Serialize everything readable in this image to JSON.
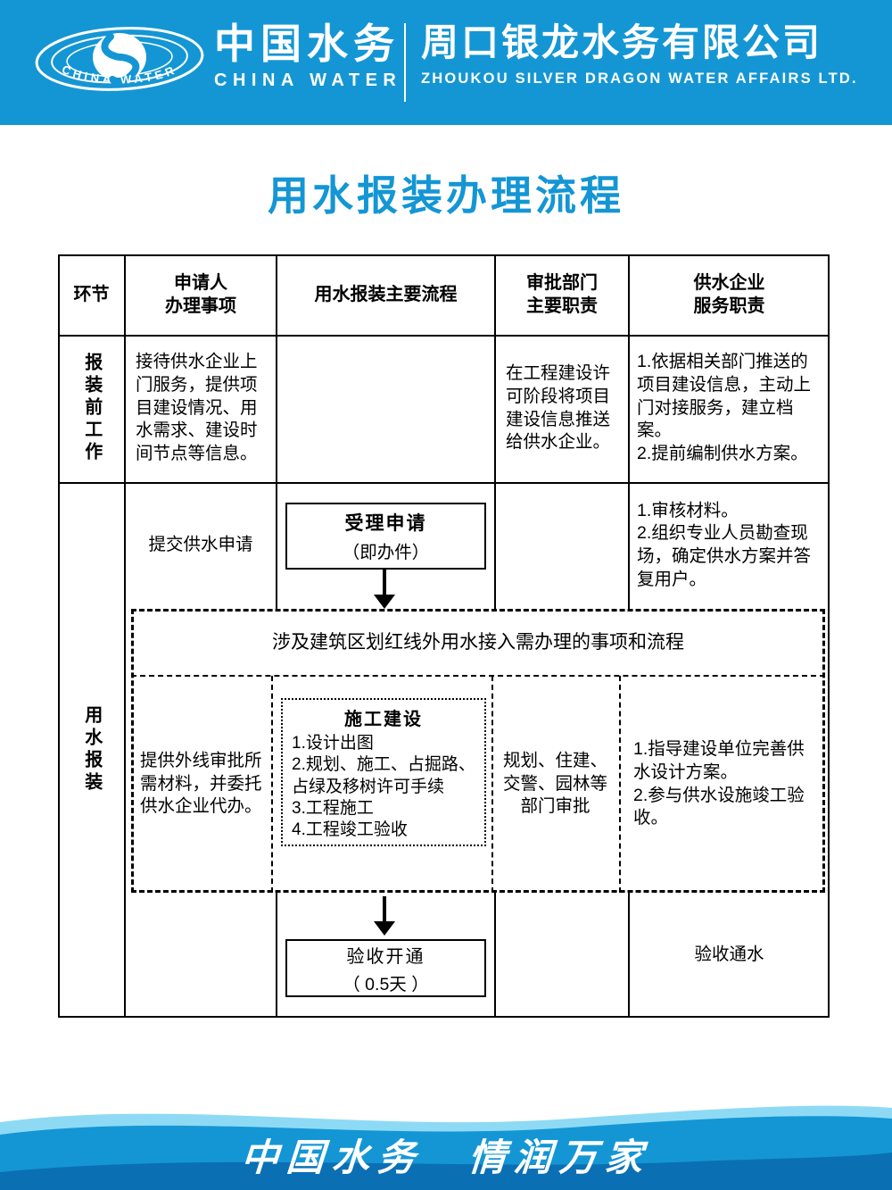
{
  "header": {
    "brand_cn": "中国水务",
    "brand_en": "CHINA WATER",
    "company_cn": "周口银龙水务有限公司",
    "company_en": "ZHOUKOU SILVER DRAGON WATER AFFAIRS LTD.",
    "logo_arc_text": "CHINA WATER"
  },
  "title": "用水报装办理流程",
  "table": {
    "columns": {
      "stage": "环节",
      "applicant": "申请人\n办理事项",
      "flow": "用水报装主要流程",
      "authority": "审批部门\n主要职责",
      "supplier": "供水企业\n服务职责"
    },
    "pre_stage": {
      "stage": "报装前工作",
      "applicant": "接待供水企业上门服务，提供项目建设情况、用水需求、建设时间节点等信息。",
      "authority": "在工程建设许可阶段将项目建设信息推送给供水企业。",
      "supplier": "1.依据相关部门推送的项目建设信息，主动上门对接服务，建立档案。\n2.提前编制供水方案。"
    },
    "apply_stage": {
      "stage": "用水报装",
      "applicant": "提交供水申请",
      "accept_box_title": "受理申请",
      "accept_box_note": "（即办件）",
      "supplier": "1.审核材料。\n2.组织专业人员勘查现场，确定供水方案并答复用户。"
    },
    "redline": {
      "banner": "涉及建筑区划红线外用水接入需办理的事项和流程",
      "applicant": "提供外线审批所需材料，并委托供水企业代办。",
      "construction_title": "施工建设",
      "construction_items": [
        "1.设计出图",
        "2.规划、施工、占掘路、占绿及移树许可手续",
        "3.工程施工",
        "4.工程竣工验收"
      ],
      "authority": "规划、住建、\n交警、园林等\n部门审批",
      "supplier": "1.指导建设单位完善供水设计方案。\n2.参与供水设施竣工验收。"
    },
    "final_stage": {
      "open_box_title": "验收开通",
      "open_box_note": "（  0.5天  ）",
      "supplier": "验收通水"
    }
  },
  "footer": {
    "slogan": "中国水务　情润万家"
  },
  "colors": {
    "brand_blue": "#1496d4",
    "light_blue": "#8edaf5",
    "deep_blue": "#0b6fb4"
  }
}
